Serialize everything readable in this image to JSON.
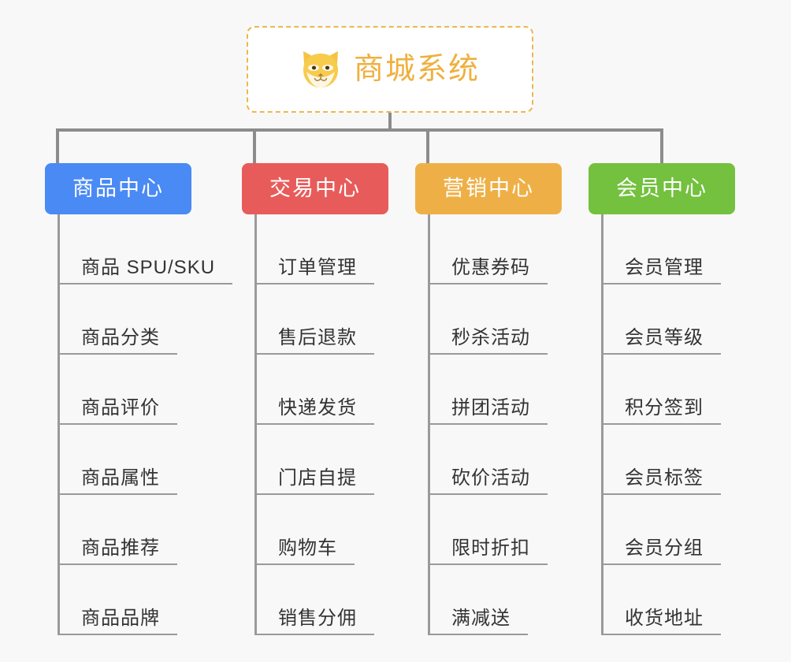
{
  "diagram": {
    "type": "mind-map",
    "background_color": "#f8f8f8",
    "connector_color": "#8c8c8c"
  },
  "root": {
    "title": "商城系统",
    "icon": "shiba-dog-icon",
    "text_color": "#efb03e",
    "border_color": "#ecb64e",
    "background_color": "#ffffff"
  },
  "branches": [
    {
      "label": "商品中心",
      "color": "#4a8af4",
      "items": [
        "商品 SPU/SKU",
        "商品分类",
        "商品评价",
        "商品属性",
        "商品推荐",
        "商品品牌"
      ]
    },
    {
      "label": "交易中心",
      "color": "#e75c5a",
      "items": [
        "订单管理",
        "售后退款",
        "快递发货",
        "门店自提",
        "购物车",
        "销售分佣"
      ]
    },
    {
      "label": "营销中心",
      "color": "#eeb046",
      "items": [
        "优惠券码",
        "秒杀活动",
        "拼团活动",
        "砍价活动",
        "限时折扣",
        "满减送"
      ]
    },
    {
      "label": "会员中心",
      "color": "#73c13e",
      "items": [
        "会员管理",
        "会员等级",
        "积分签到",
        "会员标签",
        "会员分组",
        "收货地址"
      ]
    }
  ]
}
